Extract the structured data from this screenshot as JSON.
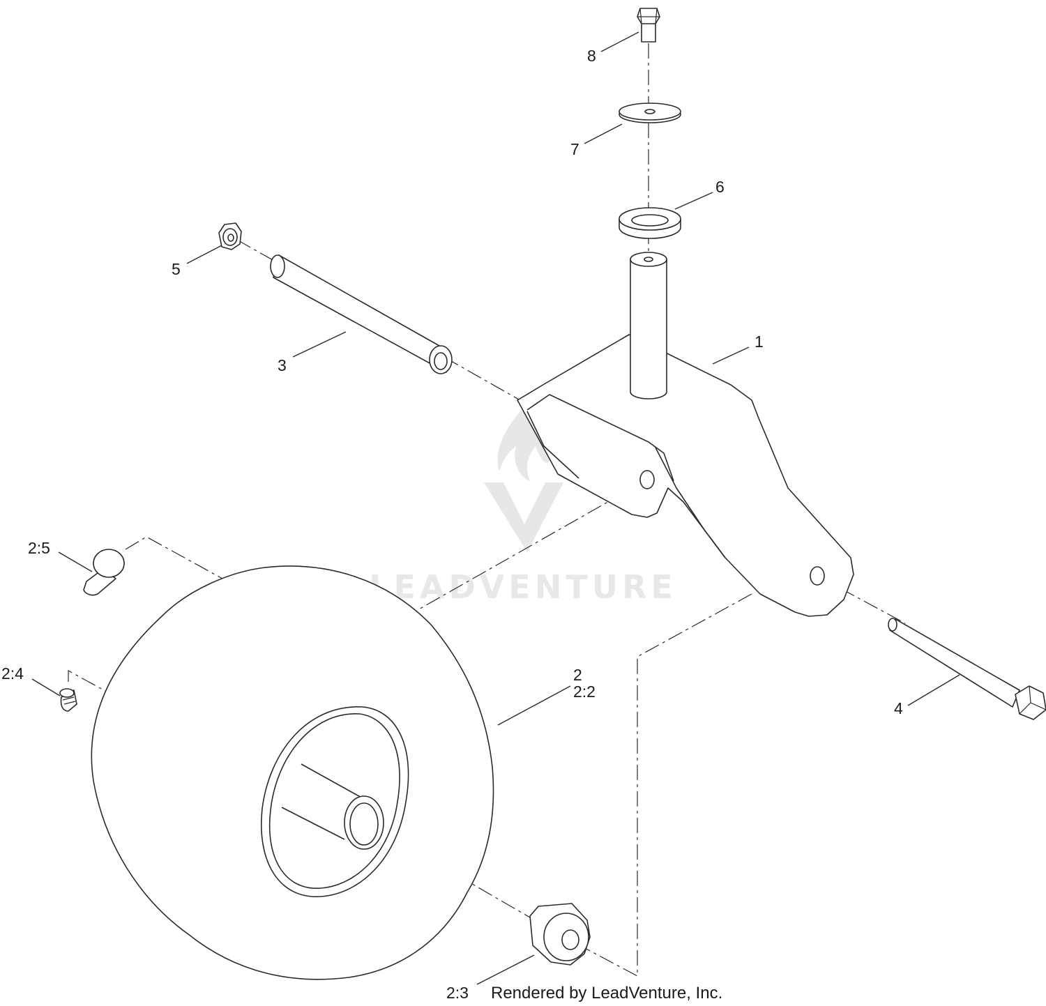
{
  "watermark": {
    "brand": "LEADVENTURE",
    "logo_icon": "flame-v-logo"
  },
  "credit": "Rendered by LeadVenture, Inc.",
  "callouts": {
    "c1": "1",
    "c2": "2",
    "c2_2": "2:2",
    "c2_3": "2:3",
    "c2_4": "2:4",
    "c2_5": "2:5",
    "c3": "3",
    "c4": "4",
    "c5": "5",
    "c6": "6",
    "c7": "7",
    "c8": "8"
  },
  "colors": {
    "line": "#2a2a2a",
    "watermark": "#d4d4d4",
    "background": "#ffffff"
  }
}
